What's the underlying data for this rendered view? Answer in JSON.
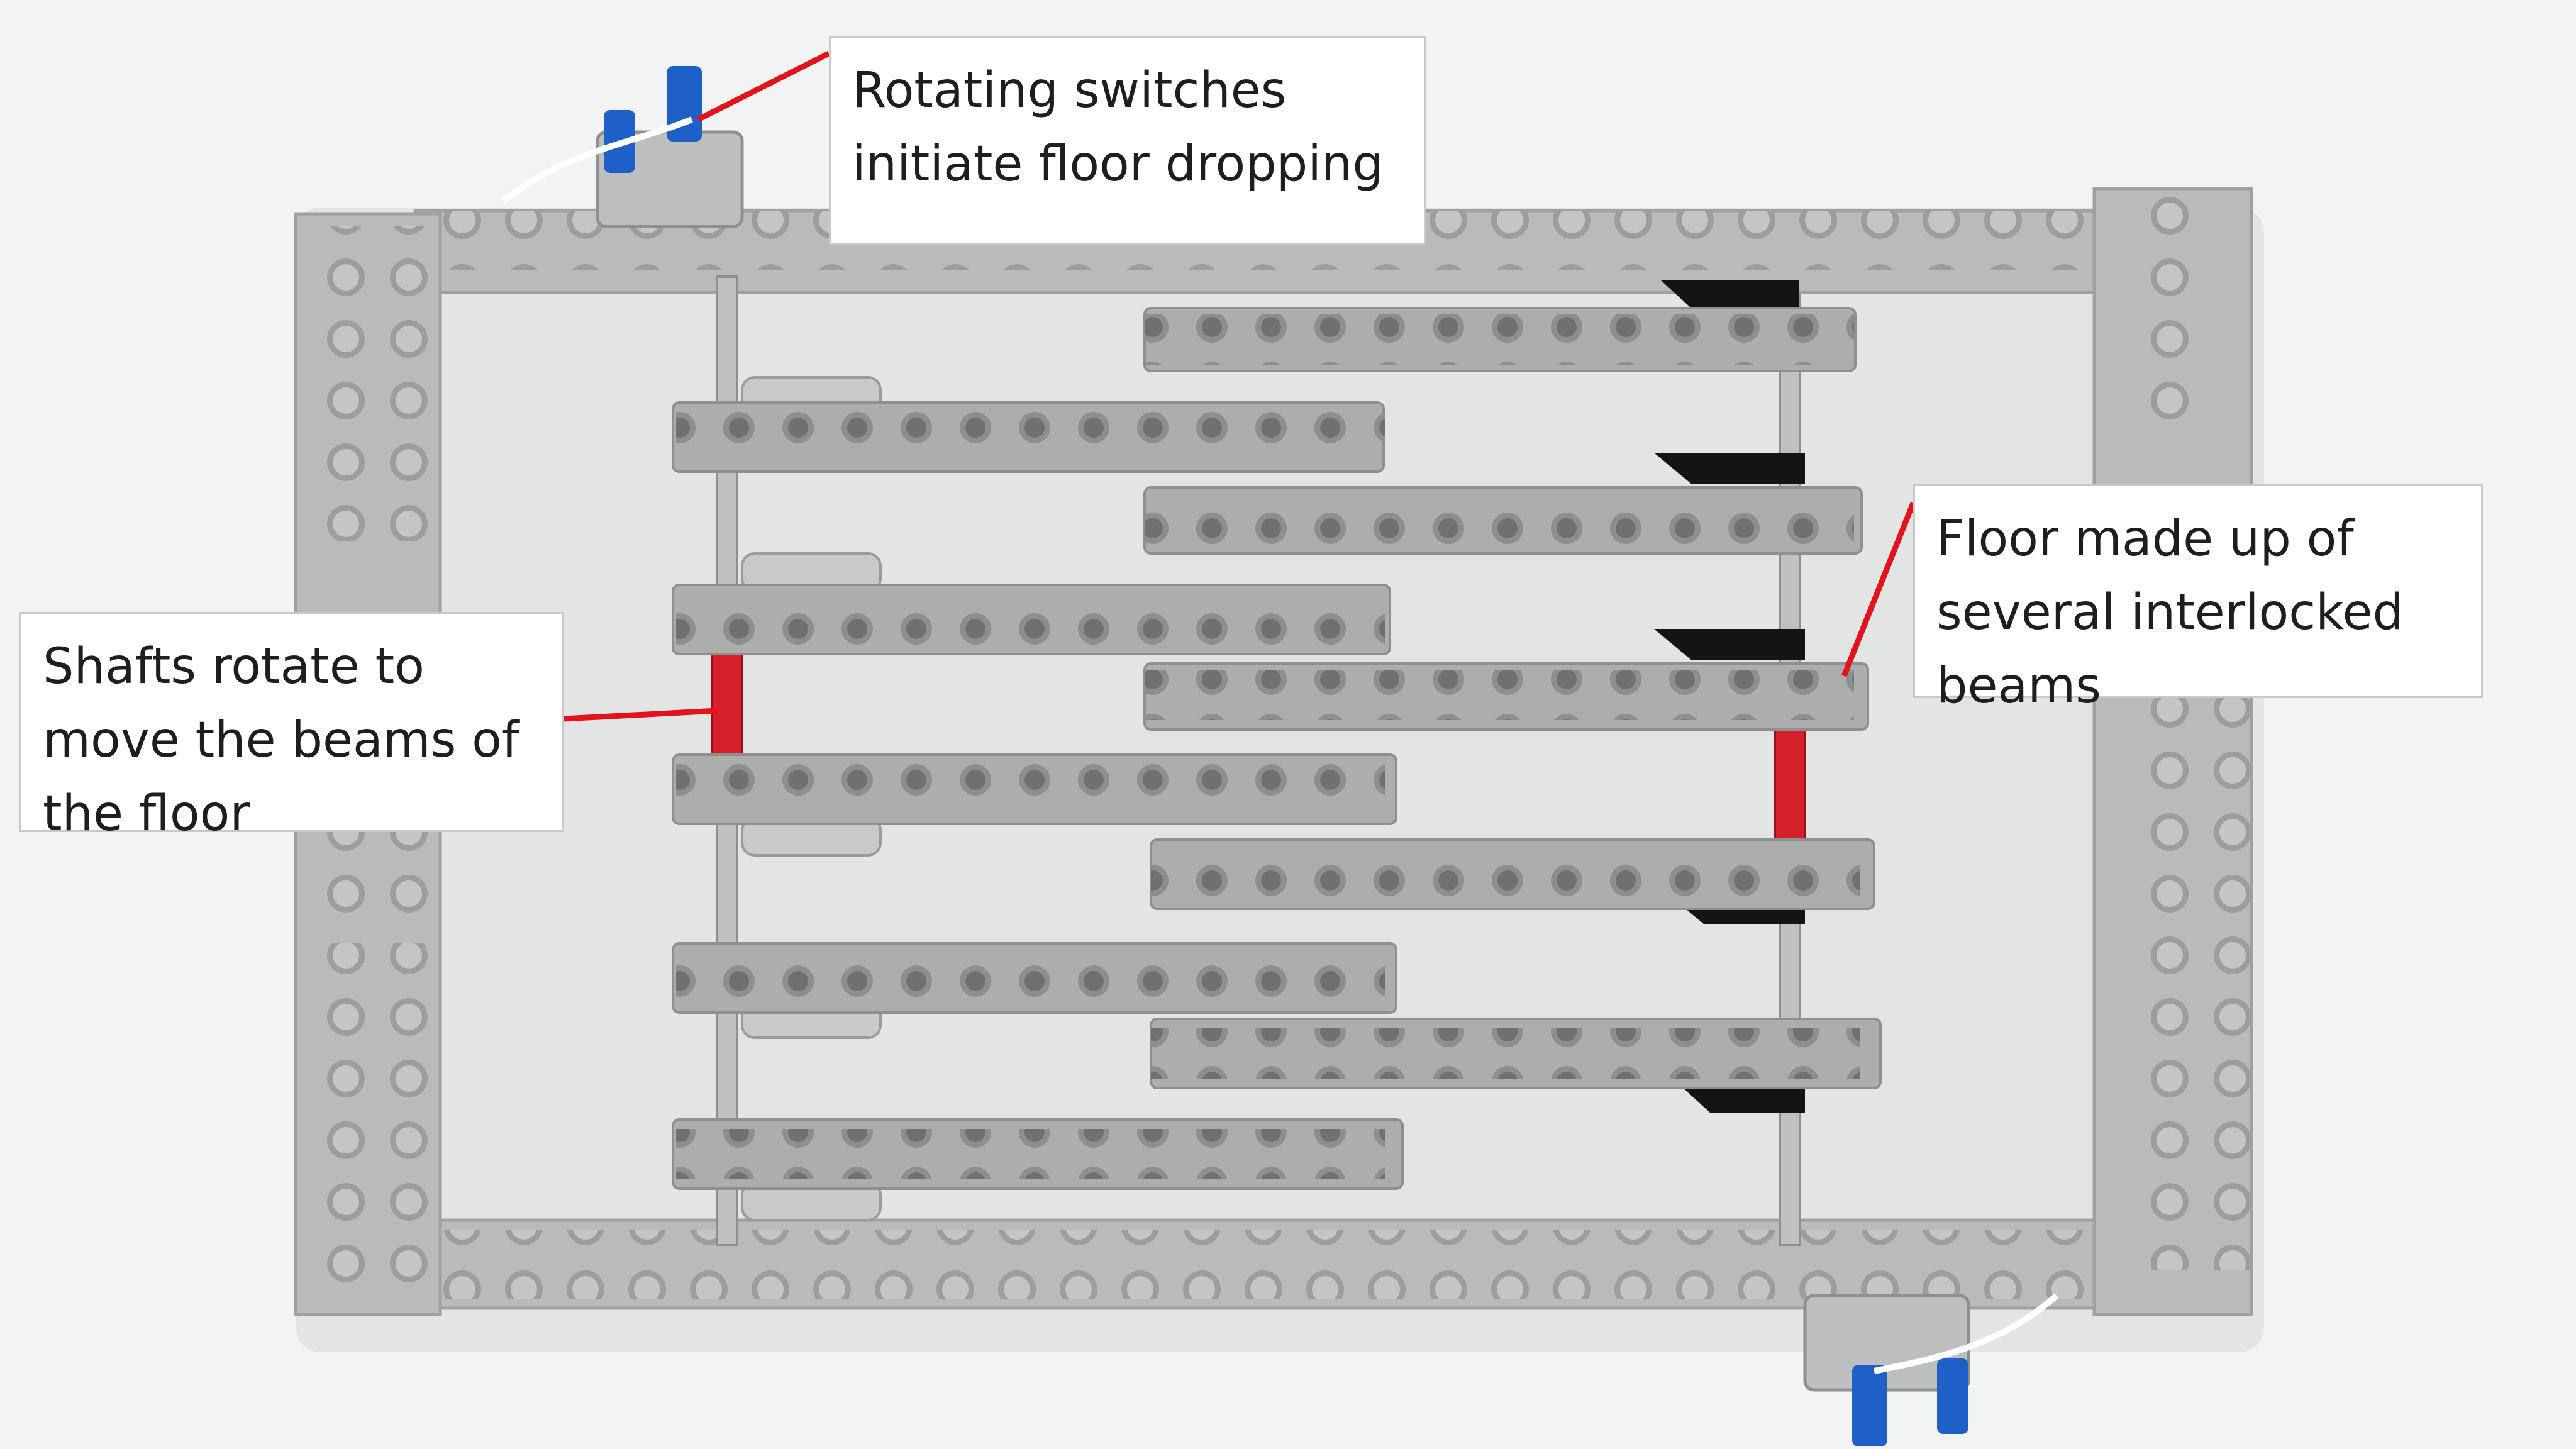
{
  "callouts": {
    "switches": {
      "lines": [
        "Rotating switches",
        "initiate floor dropping"
      ]
    },
    "floor": {
      "lines": [
        "Floor made up of",
        "several interlocked",
        "beams"
      ]
    },
    "shafts": {
      "lines": [
        "Shafts rotate to",
        "move the beams of",
        "the floor"
      ]
    }
  },
  "colors": {
    "background": "#f2f3f3",
    "frame_gray": "#b8baba",
    "beam_gray": "#acaeae",
    "axle_red": "#d6202a",
    "crank_black": "#141414",
    "pin_blue": "#1f5fc8",
    "pointer_red": "#e3121b"
  }
}
